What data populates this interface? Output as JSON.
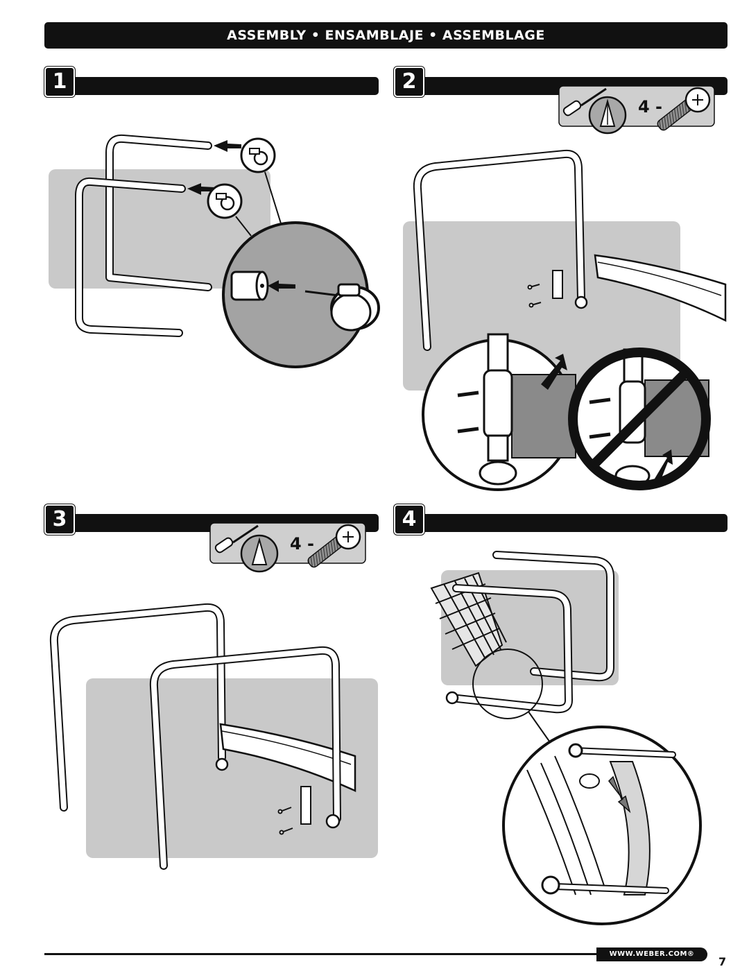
{
  "header": {
    "title": "ASSEMBLY • ENSAMBLAJE • ASSEMBLAGE"
  },
  "steps": [
    {
      "number": "1"
    },
    {
      "number": "2",
      "hardware_count": "4 -"
    },
    {
      "number": "3",
      "hardware_count": "4 -"
    },
    {
      "number": "4"
    }
  ],
  "icons": {
    "screwdriver": "screwdriver-icon",
    "phillips_tip": "phillips-tip-icon",
    "bolt": "bolt-icon",
    "prohibited": "prohibited-icon"
  },
  "colors": {
    "ink": "#111111",
    "panel": "#c9c9c9",
    "paper": "#ffffff"
  },
  "footer": {
    "url": "WWW.WEBER.COM®",
    "page_number": "7"
  }
}
